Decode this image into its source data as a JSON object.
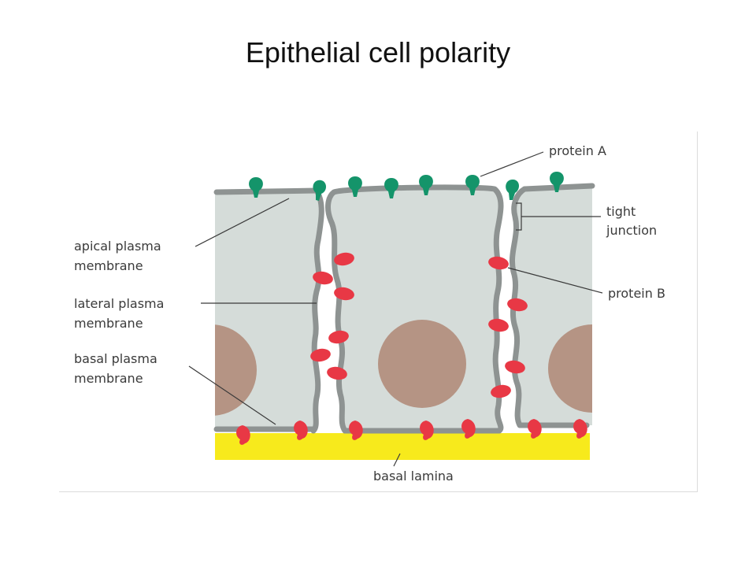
{
  "title": "Epithelial cell polarity",
  "labels": {
    "protein_a": "protein A",
    "tight_junction_1": "tight",
    "tight_junction_2": "junction",
    "apical_1": "apical plasma",
    "apical_2": "membrane",
    "lateral_1": "lateral plasma",
    "lateral_2": "membrane",
    "basal_1": "basal plasma",
    "basal_2": "membrane",
    "protein_b": "protein B",
    "basal_lamina": "basal lamina"
  },
  "colors": {
    "cell_fill": "#d5dcd9",
    "membrane": "#8e9392",
    "nucleus": "#b59484",
    "protein_a": "#14946a",
    "protein_b": "#e83845",
    "basal_lamina": "#f7ea1c",
    "leader_line": "#3a3a3a"
  }
}
